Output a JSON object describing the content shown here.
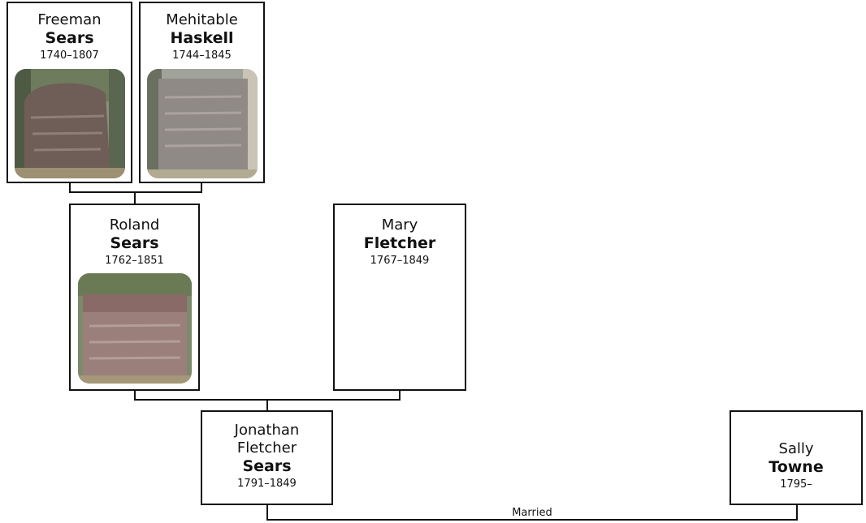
{
  "people": {
    "freeman": {
      "given": "Freeman",
      "surname": "Sears",
      "dates": "1740–1807"
    },
    "mehitable": {
      "given": "Mehitable",
      "surname": "Haskell",
      "dates": "1744–1845"
    },
    "roland": {
      "given": "Roland",
      "surname": "Sears",
      "dates": "1762–1851"
    },
    "mary": {
      "given": "Mary",
      "surname": "Fletcher",
      "dates": "1767–1849"
    },
    "jonathan": {
      "given_line1": "Jonathan",
      "given_line2": "Fletcher",
      "surname": "Sears",
      "dates": "1791–1849"
    },
    "sally": {
      "given": "Sally",
      "surname": "Towne",
      "dates": "1795–"
    }
  },
  "relationships": {
    "married_label": "Married"
  }
}
